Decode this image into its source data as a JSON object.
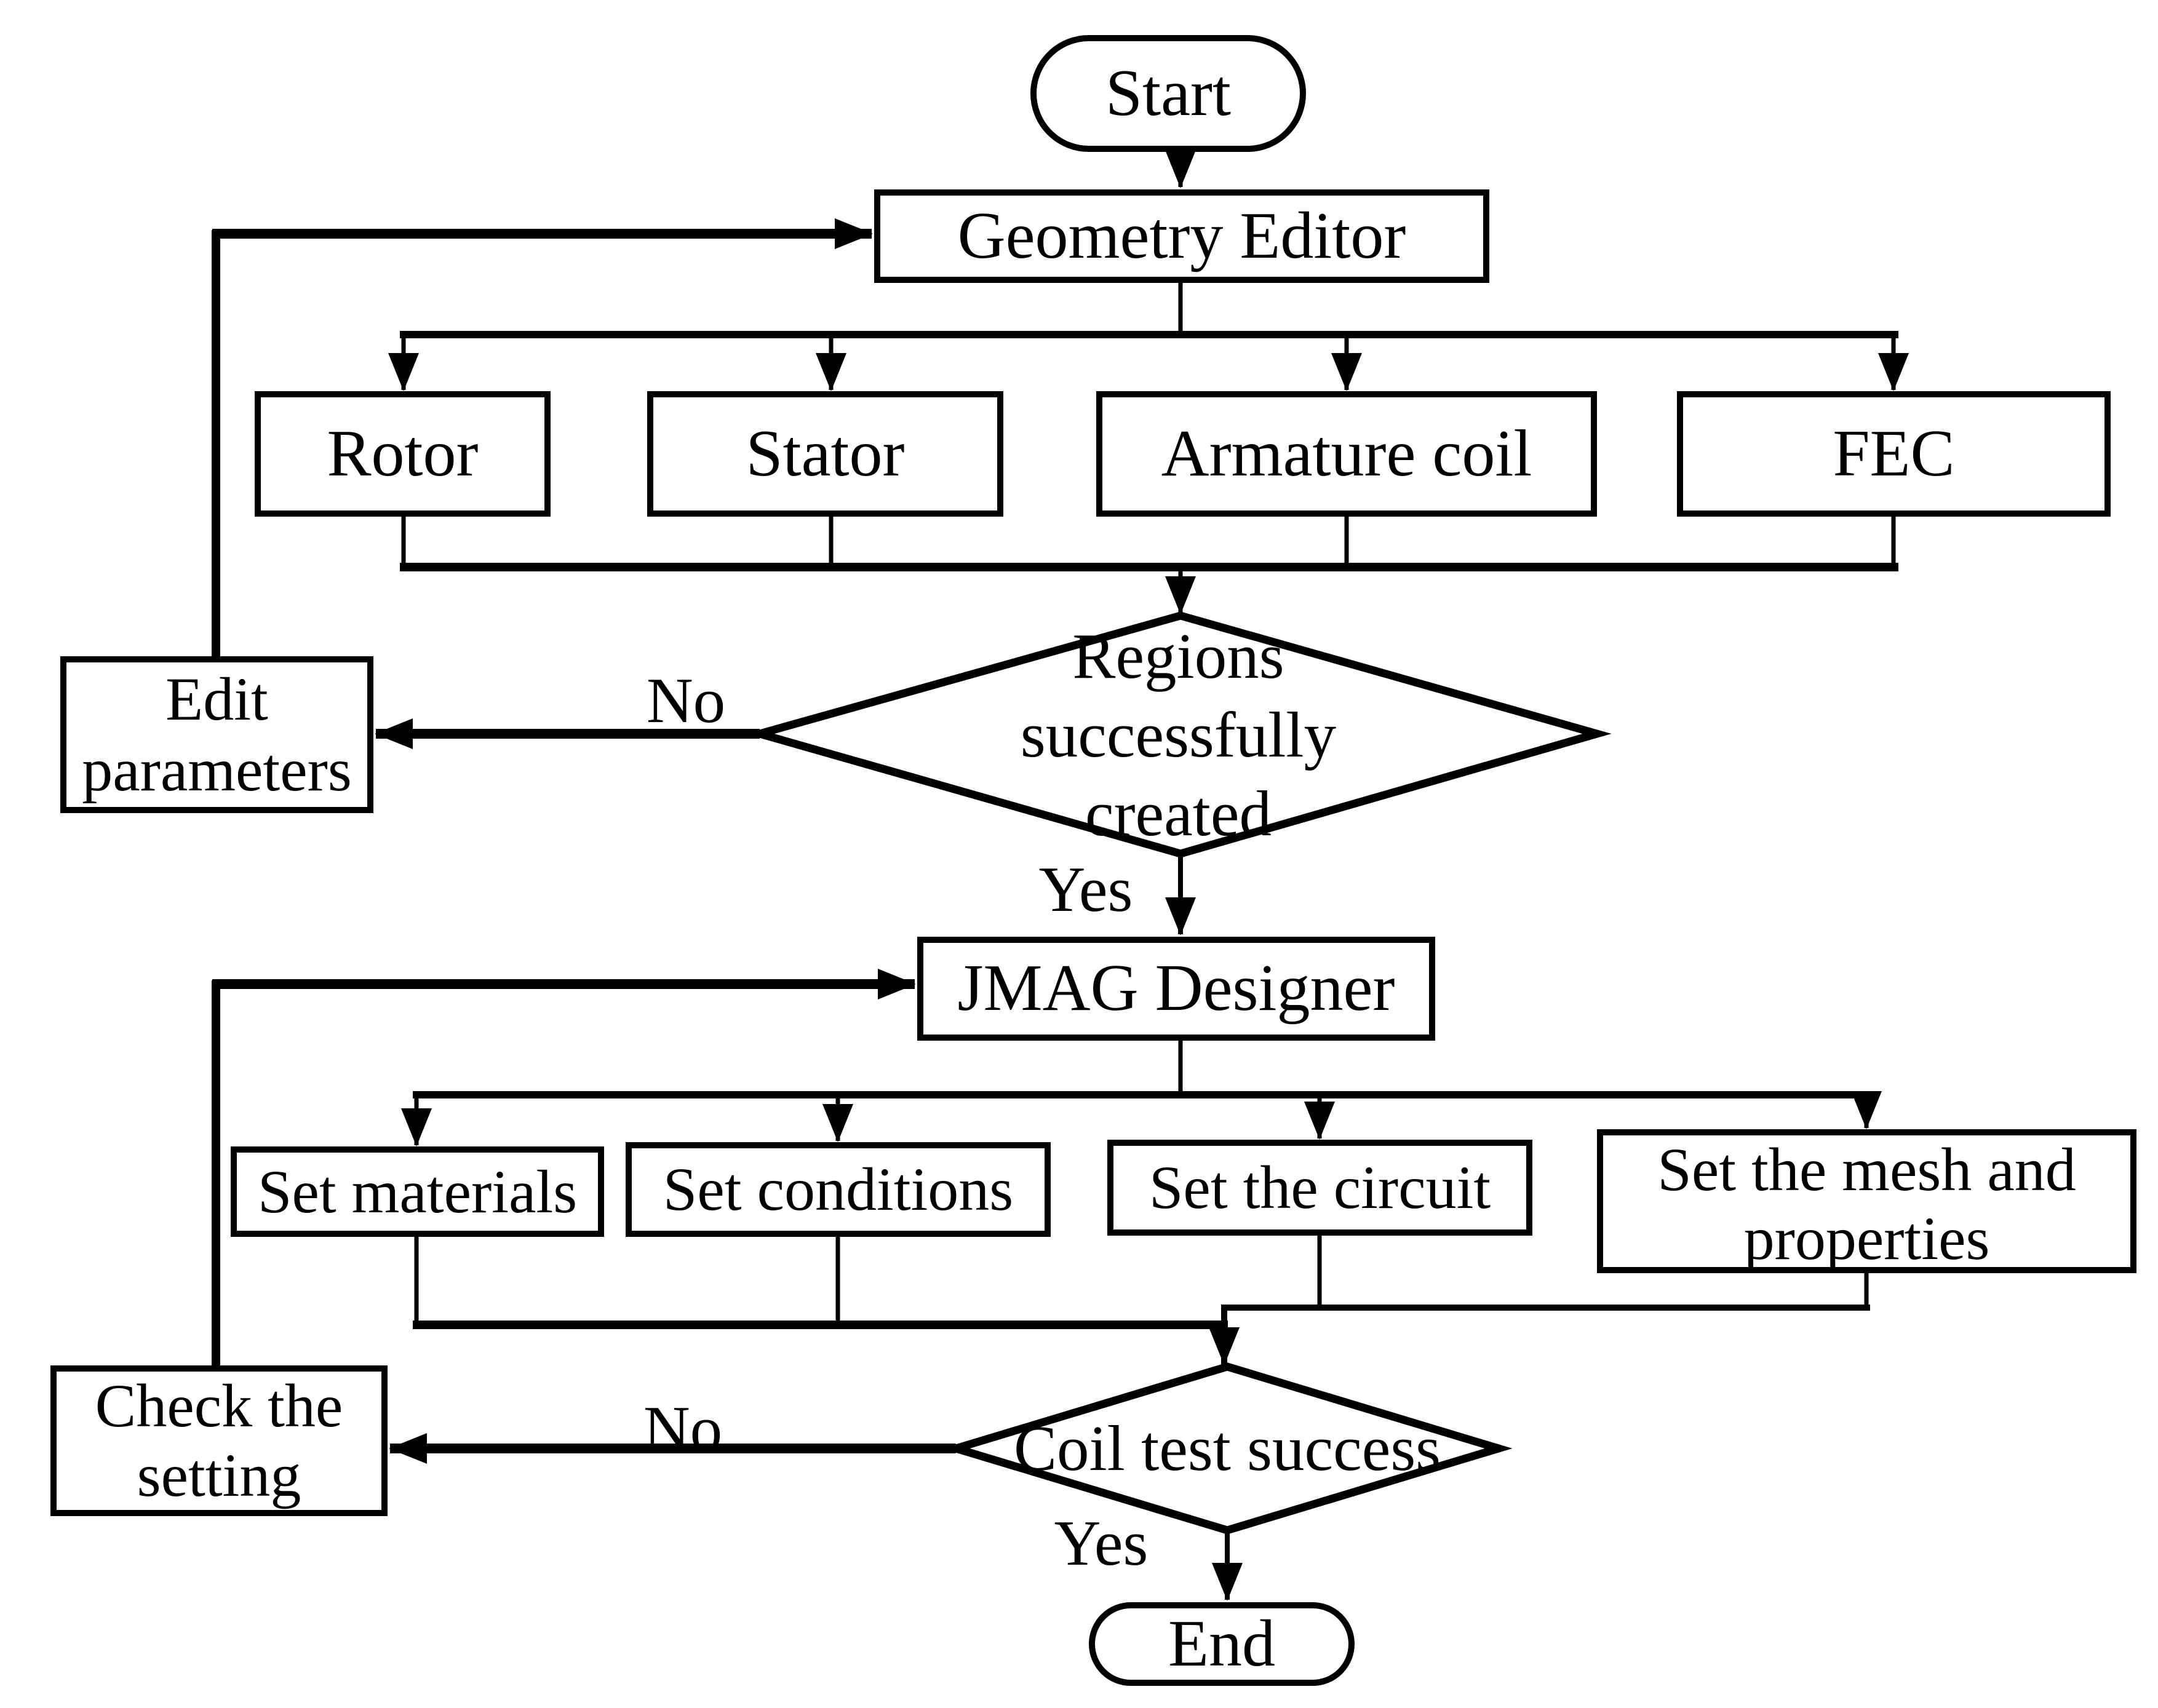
{
  "canvas": {
    "background": "#ffffff",
    "line_color": "#000000",
    "text_color": "#000000"
  },
  "flowchart": {
    "title": "JMAG simulation workflow flowchart",
    "nodes": {
      "start": {
        "type": "terminator",
        "label": "Start"
      },
      "geometry_editor": {
        "type": "process",
        "label": "Geometry Editor"
      },
      "rotor": {
        "type": "process",
        "label": "Rotor"
      },
      "stator": {
        "type": "process",
        "label": "Stator"
      },
      "armature_coil": {
        "type": "process",
        "label": "Armature coil"
      },
      "fec": {
        "type": "process",
        "label": "FEC"
      },
      "edit_parameters": {
        "type": "process",
        "label": "Edit parameters",
        "lines": [
          "Edit",
          "parameters"
        ]
      },
      "regions_decision": {
        "type": "decision",
        "label": "Regions successfully created",
        "lines": [
          "Regions",
          "successfully",
          "created"
        ]
      },
      "jmag_designer": {
        "type": "process",
        "label": "JMAG Designer"
      },
      "set_materials": {
        "type": "process",
        "label": "Set materials"
      },
      "set_conditions": {
        "type": "process",
        "label": "Set conditions"
      },
      "set_the_circuit": {
        "type": "process",
        "label": "Set the circuit"
      },
      "set_mesh": {
        "type": "process",
        "label": "Set the mesh and properties",
        "lines": [
          "Set the mesh and",
          "properties"
        ]
      },
      "coil_decision": {
        "type": "decision",
        "label": "Coil test success"
      },
      "check_setting": {
        "type": "process",
        "label": "Check the setting",
        "lines": [
          "Check the",
          "setting"
        ]
      },
      "end": {
        "type": "terminator",
        "label": "End"
      }
    },
    "edge_labels": {
      "regions_no": "No",
      "regions_yes": "Yes",
      "coil_no": "No",
      "coil_yes": "Yes"
    },
    "edges": [
      {
        "from": "start",
        "to": "geometry_editor"
      },
      {
        "from": "geometry_editor",
        "to": "rotor"
      },
      {
        "from": "geometry_editor",
        "to": "stator"
      },
      {
        "from": "geometry_editor",
        "to": "armature_coil"
      },
      {
        "from": "geometry_editor",
        "to": "fec"
      },
      {
        "from": "rotor",
        "to": "regions_decision"
      },
      {
        "from": "stator",
        "to": "regions_decision"
      },
      {
        "from": "armature_coil",
        "to": "regions_decision"
      },
      {
        "from": "fec",
        "to": "regions_decision"
      },
      {
        "from": "regions_decision",
        "to": "edit_parameters",
        "label": "No"
      },
      {
        "from": "edit_parameters",
        "to": "geometry_editor"
      },
      {
        "from": "regions_decision",
        "to": "jmag_designer",
        "label": "Yes"
      },
      {
        "from": "jmag_designer",
        "to": "set_materials"
      },
      {
        "from": "jmag_designer",
        "to": "set_conditions"
      },
      {
        "from": "jmag_designer",
        "to": "set_the_circuit"
      },
      {
        "from": "jmag_designer",
        "to": "set_mesh"
      },
      {
        "from": "set_materials",
        "to": "coil_decision"
      },
      {
        "from": "set_conditions",
        "to": "coil_decision"
      },
      {
        "from": "set_the_circuit",
        "to": "coil_decision"
      },
      {
        "from": "set_mesh",
        "to": "coil_decision"
      },
      {
        "from": "coil_decision",
        "to": "check_setting",
        "label": "No"
      },
      {
        "from": "check_setting",
        "to": "jmag_designer"
      },
      {
        "from": "coil_decision",
        "to": "end",
        "label": "Yes"
      }
    ]
  }
}
